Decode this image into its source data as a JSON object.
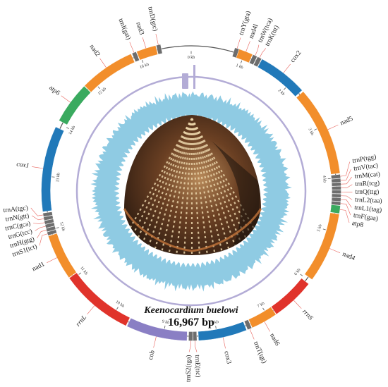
{
  "title": {
    "species": "Keenocardium buelowi",
    "size": "16,967 bp"
  },
  "genome_length": 16967,
  "colors": {
    "orange": "#f28e2b",
    "blue": "#2179b9",
    "green": "#3aaa5f",
    "red": "#e0332b",
    "purple": "#8a7fc4",
    "trna": "#6d6d6d",
    "backbone": "#555555",
    "gc": "#8fcbe3",
    "ring": "#b3acd6",
    "leader": "#e8615a"
  },
  "ticks": [
    {
      "pos": 0,
      "label": "0 kb"
    },
    {
      "pos": 1000,
      "label": "1 kb"
    },
    {
      "pos": 2000,
      "label": "2 kb"
    },
    {
      "pos": 3000,
      "label": "3 kb"
    },
    {
      "pos": 4000,
      "label": "4 kb"
    },
    {
      "pos": 5000,
      "label": "5 kb"
    },
    {
      "pos": 6000,
      "label": "6 kb"
    },
    {
      "pos": 7000,
      "label": "7 kb"
    },
    {
      "pos": 8000,
      "label": "8 kb"
    },
    {
      "pos": 9000,
      "label": "9 kb"
    },
    {
      "pos": 10000,
      "label": "10 kb"
    },
    {
      "pos": 11000,
      "label": "11 kb"
    },
    {
      "pos": 12000,
      "label": "12 kb"
    },
    {
      "pos": 13000,
      "label": "13 kb"
    },
    {
      "pos": 14000,
      "label": "14 kb"
    },
    {
      "pos": 15000,
      "label": "15 kb"
    },
    {
      "pos": 16000,
      "label": "16 kb"
    }
  ],
  "features": [
    {
      "name": "trnY(gta)",
      "start": 800,
      "end": 880,
      "type": "trna",
      "italic": false
    },
    {
      "name": "nad4l",
      "start": 880,
      "end": 1140,
      "type": "orange",
      "italic": false
    },
    {
      "name": "trnW(tca)",
      "start": 1150,
      "end": 1230,
      "type": "trna",
      "italic": false
    },
    {
      "name": "trnK(ttt)",
      "start": 1240,
      "end": 1320,
      "type": "trna",
      "italic": false
    },
    {
      "name": "cox2",
      "start": 1330,
      "end": 2250,
      "type": "blue",
      "italic": false
    },
    {
      "name": "nad5",
      "start": 2280,
      "end": 3920,
      "type": "orange",
      "italic": false
    },
    {
      "name": "trnP(tgg)",
      "start": 3940,
      "end": 4010,
      "type": "trna",
      "italic": false
    },
    {
      "name": "trnV(tac)",
      "start": 4015,
      "end": 4080,
      "type": "trna",
      "italic": false
    },
    {
      "name": "trnM(cat)",
      "start": 4085,
      "end": 4150,
      "type": "trna",
      "italic": false
    },
    {
      "name": "trnR(tcg)",
      "start": 4155,
      "end": 4220,
      "type": "trna",
      "italic": false
    },
    {
      "name": "trnQ(ttg)",
      "start": 4225,
      "end": 4290,
      "type": "trna",
      "italic": false
    },
    {
      "name": "trnL2(taa)",
      "start": 4295,
      "end": 4360,
      "type": "trna",
      "italic": false
    },
    {
      "name": "trnL1(tag)",
      "start": 4365,
      "end": 4430,
      "type": "trna",
      "italic": false
    },
    {
      "name": "trnF(gaa)",
      "start": 4435,
      "end": 4500,
      "type": "trna",
      "italic": false
    },
    {
      "name": "atp8",
      "start": 4505,
      "end": 4650,
      "type": "green",
      "italic": false
    },
    {
      "name": "nad4",
      "start": 4660,
      "end": 5950,
      "type": "orange",
      "italic": false
    },
    {
      "name": "rrnS",
      "start": 6050,
      "end": 6850,
      "type": "red",
      "italic": true
    },
    {
      "name": "nad6",
      "start": 6860,
      "end": 7350,
      "type": "orange",
      "italic": false
    },
    {
      "name": "trnT(tgt)",
      "start": 7360,
      "end": 7440,
      "type": "trna",
      "italic": false
    },
    {
      "name": "cox3",
      "start": 7460,
      "end": 8350,
      "type": "blue",
      "italic": false
    },
    {
      "name": "trnE(ttc)",
      "start": 8380,
      "end": 8450,
      "type": "trna",
      "italic": false
    },
    {
      "name": "trnS2(tga)",
      "start": 8455,
      "end": 8530,
      "type": "trna",
      "italic": false
    },
    {
      "name": "cob",
      "start": 8560,
      "end": 9680,
      "type": "purple",
      "italic": false
    },
    {
      "name": "rrnL",
      "start": 9700,
      "end": 11050,
      "type": "red",
      "italic": true
    },
    {
      "name": "nad1",
      "start": 11060,
      "end": 11900,
      "type": "orange",
      "italic": false
    },
    {
      "name": "trnS1(tct)",
      "start": 11910,
      "end": 11975,
      "type": "trna",
      "italic": false
    },
    {
      "name": "trnH(gtg)",
      "start": 11980,
      "end": 12045,
      "type": "trna",
      "italic": false
    },
    {
      "name": "trnG(tcc)",
      "start": 12050,
      "end": 12115,
      "type": "trna",
      "italic": false
    },
    {
      "name": "trnC(gca)",
      "start": 12120,
      "end": 12185,
      "type": "trna",
      "italic": false
    },
    {
      "name": "trnN(gtt)",
      "start": 12190,
      "end": 12255,
      "type": "trna",
      "italic": false
    },
    {
      "name": "trnA(tgc)",
      "start": 12260,
      "end": 12325,
      "type": "trna",
      "italic": false
    },
    {
      "name": "cox1",
      "start": 12350,
      "end": 13920,
      "type": "blue",
      "italic": true
    },
    {
      "name": "atp6",
      "start": 14050,
      "end": 14820,
      "type": "green",
      "italic": false
    },
    {
      "name": "nad2",
      "start": 14830,
      "end": 15850,
      "type": "orange",
      "italic": false
    },
    {
      "name": "trnI(gat)",
      "start": 15870,
      "end": 15950,
      "type": "trna",
      "italic": false
    },
    {
      "name": "nad3",
      "start": 15960,
      "end": 16320,
      "type": "orange",
      "italic": false
    },
    {
      "name": "trnD(gtc)",
      "start": 16330,
      "end": 16410,
      "type": "trna",
      "italic": false
    }
  ]
}
